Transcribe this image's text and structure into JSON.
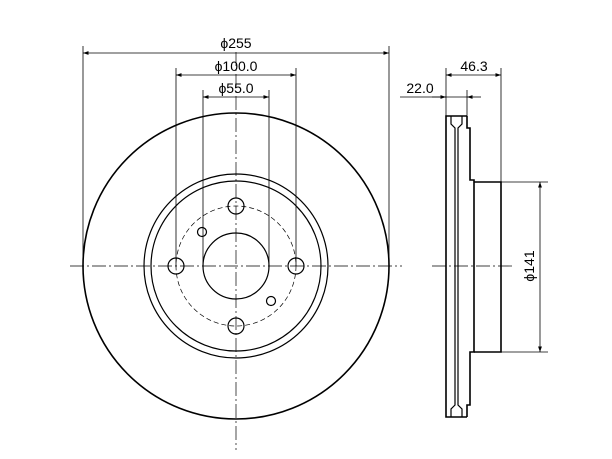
{
  "dimensions": {
    "outer_diameter": "ϕ255",
    "pcd": "ϕ100.0",
    "center_bore": "ϕ55.0",
    "total_height": "46.3",
    "disc_thickness": "22.0",
    "hat_diameter": "ϕ141"
  },
  "colors": {
    "line": "#000000",
    "background": "#ffffff"
  }
}
